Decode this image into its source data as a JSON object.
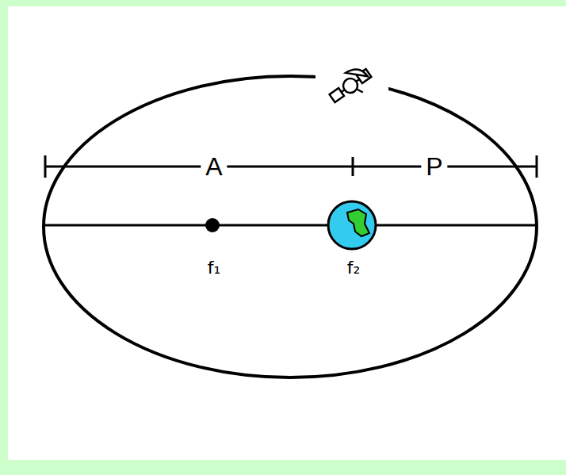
{
  "diagram": {
    "labels": [
      "A",
      "P",
      "f₁",
      "f₂"
    ]
  }
}
